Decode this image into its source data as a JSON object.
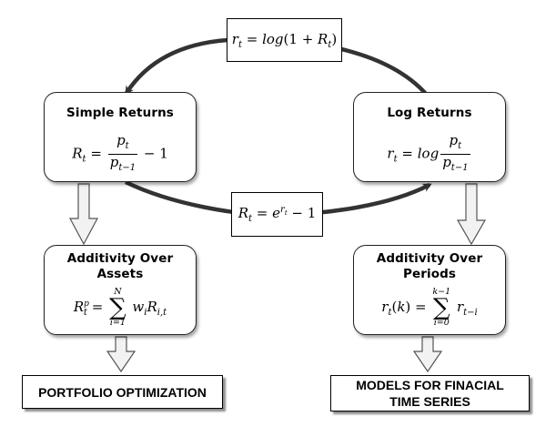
{
  "nodes": {
    "simple_returns": {
      "title": "Simple Returns"
    },
    "log_returns": {
      "title": "Log Returns"
    },
    "additivity_assets": {
      "title_line1": "Additivity Over",
      "title_line2": "Assets"
    },
    "additivity_periods": {
      "title_line1": "Additivity Over",
      "title_line2": "Periods"
    }
  },
  "outputs": {
    "portfolio": "PORTFOLIO OPTIMIZATION",
    "models_line1": "MODELS FOR FINACIAL",
    "models_line2": "TIME SERIES"
  },
  "formulas": {
    "top_label": "r_t = log(1 + R_t)",
    "bottom_label": "R_t = e^{r_t} − 1",
    "simple_returns": "R_t = p_t / p_{t−1} − 1",
    "log_returns": "r_t = log p_t / p_{t−1}",
    "additivity_assets": "R_t^p = Σ_{i=1}^{N} w_i R_{i,t}",
    "additivity_periods": "r_t(k) = Σ_{i=0}^{k−1} r_{t−i}"
  },
  "colors": {
    "wire": "#333333",
    "block_arrow_fill": "#f2f2f2",
    "block_arrow_stroke": "#555555"
  }
}
